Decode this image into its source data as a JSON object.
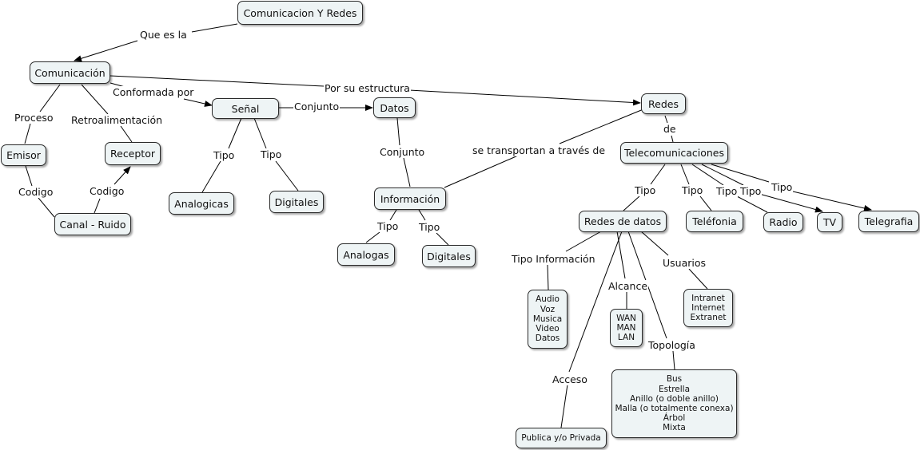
{
  "nodes": {
    "root": "Comunicacion Y Redes",
    "comunicacion": "Comunicación",
    "emisor": "Emisor",
    "receptor": "Receptor",
    "canal": "Canal - Ruido",
    "senal": "Señal",
    "analogicas": "Analogicas",
    "digitales_senal": "Digitales",
    "datos": "Datos",
    "informacion": "Información",
    "analogas": "Analogas",
    "digitales_info": "Digitales",
    "redes": "Redes",
    "telecomunicaciones": "Telecomunicaciones",
    "redes_datos": "Redes de datos",
    "telefonia": "Teléfonia",
    "radio": "Radio",
    "tv": "TV",
    "telegrafia": "Telegrafia",
    "tipo_info_list": [
      "Audio",
      "Voz",
      "Musica",
      "Video",
      "Datos"
    ],
    "alcance_list": [
      "WAN",
      "MAN",
      "LAN"
    ],
    "usuarios_list": [
      "Intranet",
      "Internet",
      "Extranet"
    ],
    "topologia_list": [
      "Bus",
      "Estrella",
      "Anillo (o doble anillo)",
      "Malla (o totalmente conexa)",
      "Árbol",
      "Mixta"
    ],
    "acceso_node": "Publica y/o Privada"
  },
  "labels": {
    "que_es_la": "Que es la",
    "proceso": "Proceso",
    "retroalimentacion": "Retroalimentación",
    "codigo_left": "Codigo",
    "codigo_right": "Codigo",
    "conformada_por": "Conformada por",
    "por_su_estructura": "Por su estructura",
    "conjunto_senal": "Conjunto",
    "tipo_senal_1": "Tipo",
    "tipo_senal_2": "Tipo",
    "conjunto_datos": "Conjunto",
    "se_transportan": "se transportan a través de",
    "tipo_info_1": "Tipo",
    "tipo_info_2": "Tipo",
    "de": "de",
    "tipo_tel_1": "Tipo",
    "tipo_tel_2": "Tipo",
    "tipo_tel_3": "Tipo",
    "tipo_tel_4": "Tipo",
    "tipo_tel_5": "Tipo",
    "tipo_informacion": "Tipo Información",
    "alcance": "Alcance",
    "usuarios": "Usuarios",
    "topologia": "Topología",
    "acceso": "Acceso"
  }
}
